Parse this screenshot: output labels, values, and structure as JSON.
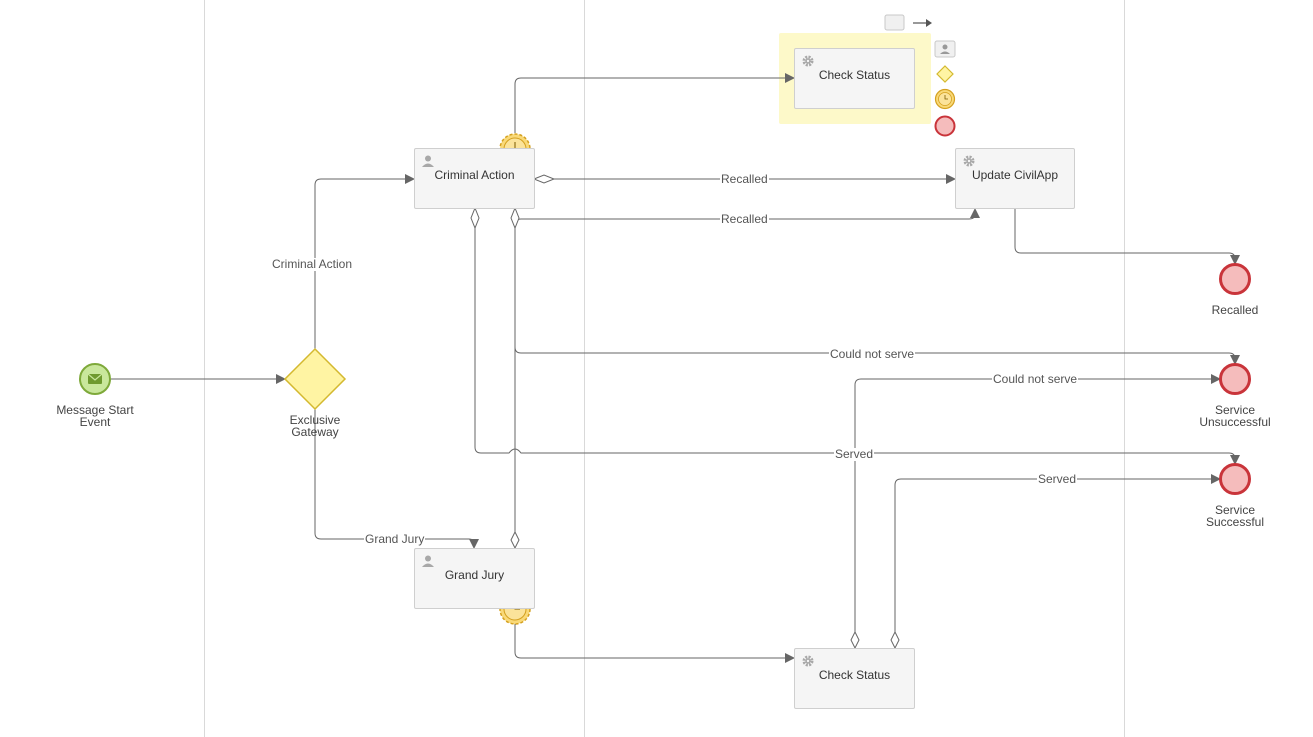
{
  "nodes": {
    "start": {
      "label": "Message Start Event",
      "line1": "Message Start",
      "line2": "Event",
      "icon": "envelope-icon"
    },
    "gateway": {
      "line1": "Exclusive",
      "line2": "Gateway"
    },
    "criminal_action": {
      "label": "Criminal Action",
      "type": "user-task"
    },
    "grand_jury": {
      "label": "Grand Jury",
      "type": "user-task"
    },
    "check_status_top": {
      "label": "Check Status",
      "type": "service-task",
      "selected": true
    },
    "check_status_bottom": {
      "label": "Check Status",
      "type": "service-task"
    },
    "update_civilapp": {
      "label": "Update CivilApp",
      "type": "service-task"
    },
    "end_recalled": {
      "label": "Recalled"
    },
    "end_unsuccessful": {
      "line1": "Service",
      "line2": "Unsuccessful"
    },
    "end_successful": {
      "line1": "Service",
      "line2": "Successful"
    }
  },
  "flows": {
    "to_criminal_action": "Criminal Action",
    "to_grand_jury": "Grand Jury",
    "recalled_1": "Recalled",
    "recalled_2": "Recalled",
    "could_not_serve_1": "Could not serve",
    "could_not_serve_2": "Could not serve",
    "served_1": "Served",
    "served_2": "Served"
  },
  "palette": {
    "tools": [
      "annotation-icon",
      "connect-arrow-icon"
    ],
    "items": [
      "user-task-icon",
      "gateway-icon",
      "timer-event-icon",
      "end-event-icon"
    ]
  },
  "colors": {
    "start_fill": "#c9e79c",
    "start_stroke": "#7ea93a",
    "gateway_fill": "#fff4a3",
    "gateway_stroke": "#d4b92f",
    "end_fill": "#f5bcbc",
    "end_stroke": "#c9343a",
    "timer_fill": "#f9d978",
    "timer_stroke": "#d4a01f",
    "selection": "#fdf9c9",
    "edge": "#666666"
  }
}
